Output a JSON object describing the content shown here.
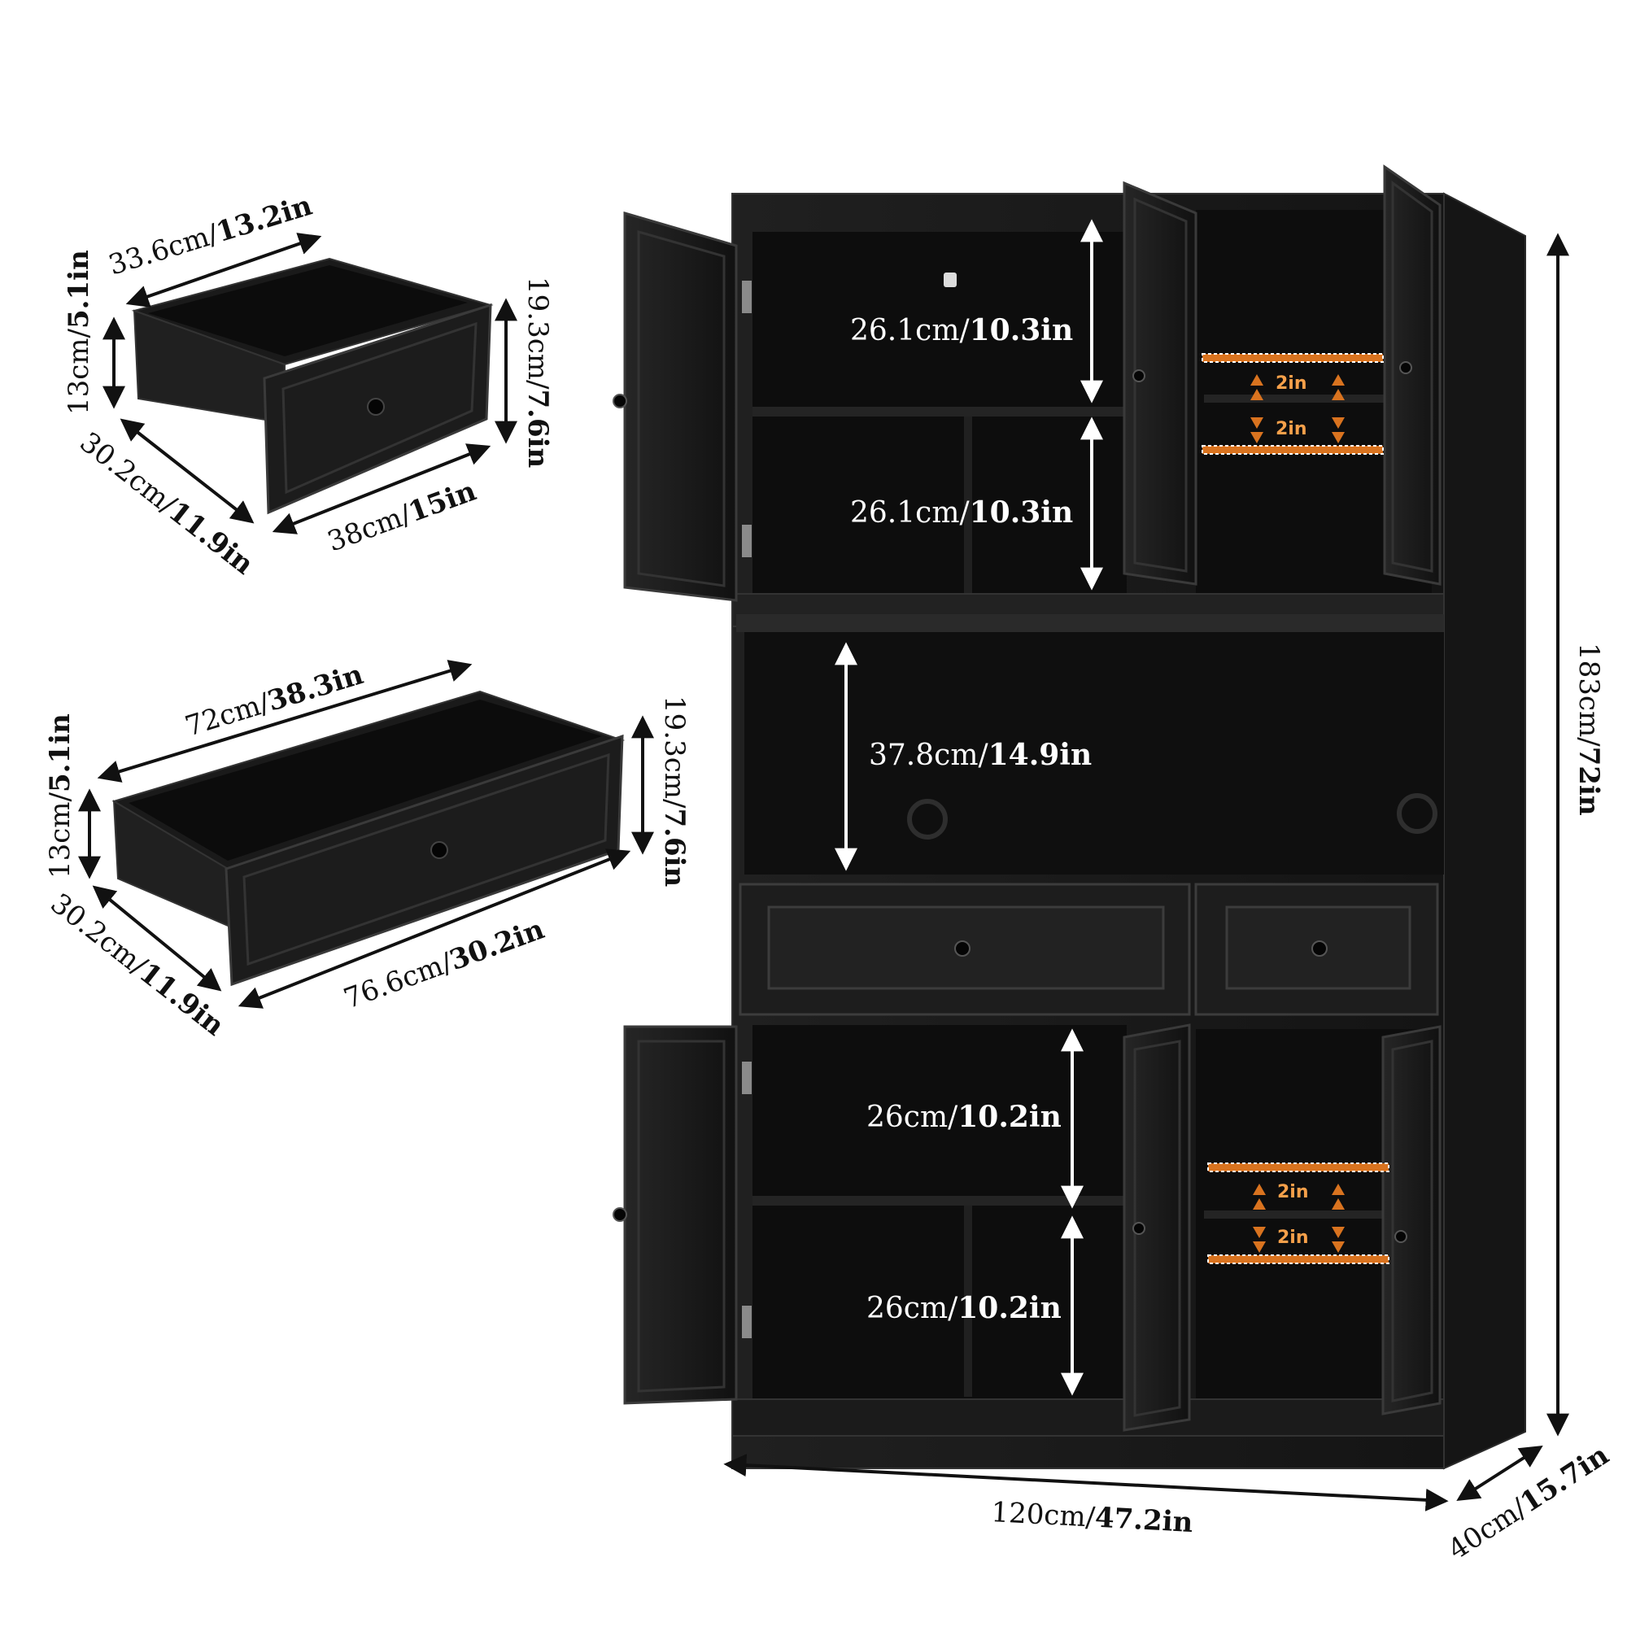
{
  "small_drawer": {
    "width": {
      "cm": "33.6cm/",
      "in": "13.2in"
    },
    "height_inner": {
      "cm": "13cm/",
      "in": "5.1in"
    },
    "height_front": {
      "cm": "19.3cm/",
      "in": "7.6in"
    },
    "depth": {
      "cm": "30.2cm/",
      "in": "11.9in"
    },
    "front_width": {
      "cm": "38cm/",
      "in": "15in"
    }
  },
  "large_drawer": {
    "width": {
      "cm": "72cm/",
      "in": "38.3in"
    },
    "height_inner": {
      "cm": "13cm/",
      "in": "5.1in"
    },
    "height_front": {
      "cm": "19.3cm/",
      "in": "7.6in"
    },
    "depth": {
      "cm": "30.2cm/",
      "in": "11.9in"
    },
    "front_width": {
      "cm": "76.6cm/",
      "in": "30.2in"
    }
  },
  "cabinet": {
    "upper_top_shelf": {
      "cm": "26.1cm/",
      "in": "10.3in"
    },
    "upper_bottom_shelf": {
      "cm": "26.1cm/",
      "in": "10.3in"
    },
    "open_compartment": {
      "cm": "37.8cm/",
      "in": "14.9in"
    },
    "lower_top_shelf": {
      "cm": "26cm/",
      "in": "10.2in"
    },
    "lower_bottom_shelf": {
      "cm": "26cm/",
      "in": "10.2in"
    },
    "adjust_step": "2in",
    "total_height": {
      "cm": "183cm/",
      "in": "72in"
    },
    "total_width": {
      "cm": "120cm/",
      "in": "47.2in"
    },
    "total_depth": {
      "cm": "40cm/",
      "in": "15.7in"
    }
  },
  "colors": {
    "cabinet_body": "#1b1b1b",
    "cabinet_edge": "#2e2e2e",
    "interior": "#0e0e0e",
    "adjust_accent": "#d9731f"
  }
}
